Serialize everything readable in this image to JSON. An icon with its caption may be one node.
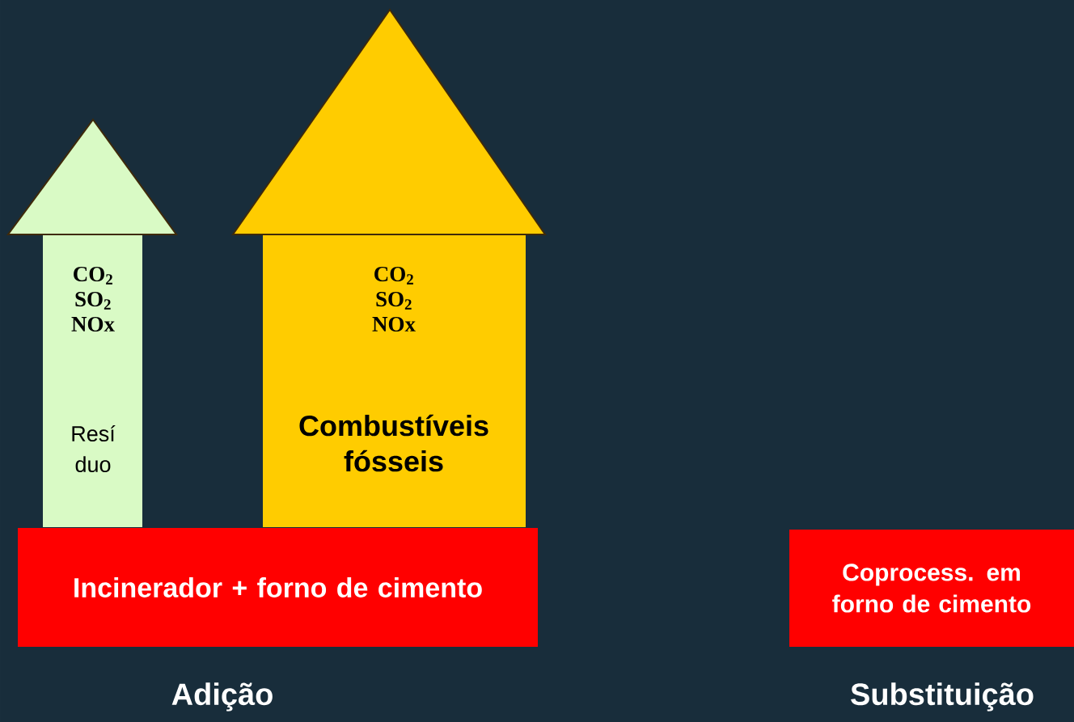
{
  "diagram": {
    "nodes": [
      {
        "text": [
          "CO$_{2}$ SO$_{2}$ NOx",
          "Resí duo"
        ]
      },
      {
        "text": [
          "CO$_{2}$ SO$_{2}$ NOx",
          "Combustíveis fósseis"
        ]
      },
      {
        "text": [
          "Incinerador + forno de cimento"
        ]
      },
      {
        "text": [
          "Coprocess. em forno de cimento"
        ]
      }
    ],
    "labels": [
      "Adição",
      "Substituição"
    ]
  }
}
